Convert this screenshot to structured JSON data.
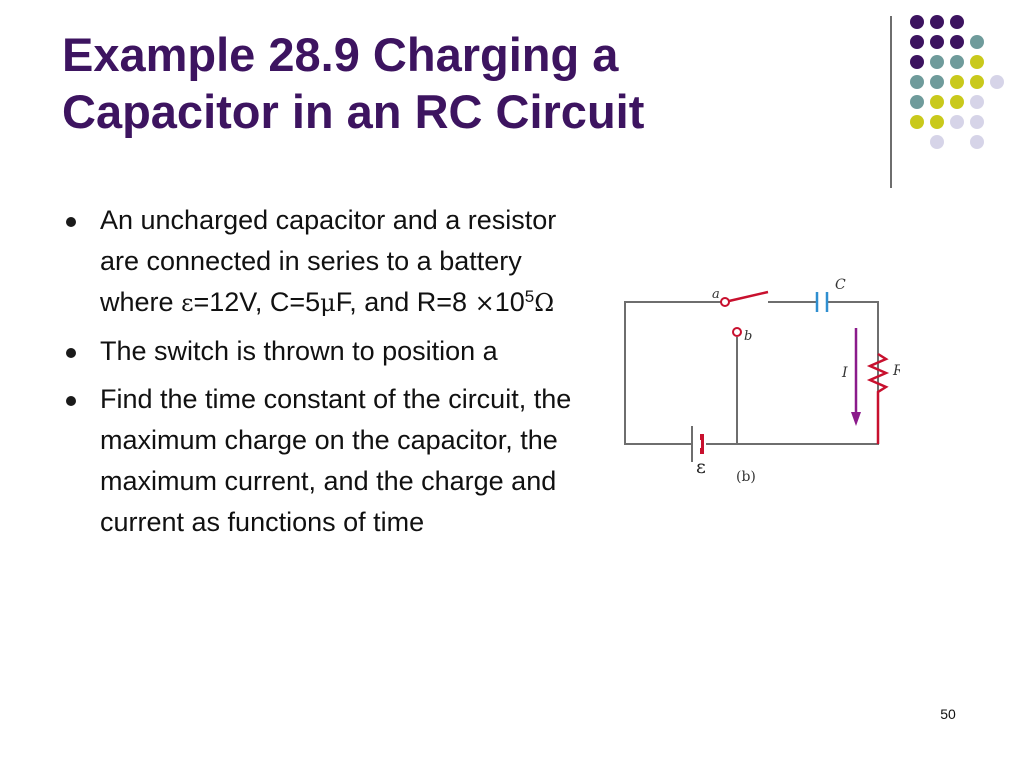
{
  "slide": {
    "title_line1": "Example 28.9 Charging a",
    "title_line2": "Capacitor in an RC Circuit",
    "page_number": "50"
  },
  "bullets": [
    {
      "parts": {
        "a": "An uncharged capacitor and a resistor are connected in series to a battery where",
        "eps": "ε",
        "b": "=12V, C=5",
        "mu": "μ",
        "c": "F, and R=8",
        "times": "×",
        "d": "10",
        "exp": "5",
        "ohm": "Ω"
      }
    },
    {
      "text": "The switch is thrown to position a"
    },
    {
      "text": "Find the time constant of the circuit, the maximum charge on the capacitor, the maximum current, and the charge and current as functions of time"
    }
  ],
  "figure": {
    "label_a": "a",
    "label_b": "b",
    "label_C": "C",
    "label_R": "R",
    "label_I": "I",
    "label_emf": "ε",
    "caption": "(b)"
  },
  "colors": {
    "title": "#3d1460",
    "dot_purple": "#3d1460",
    "dot_teal": "#6f9b9b",
    "dot_yellow": "#c9c91c",
    "dot_lavender": "#d6d4e8",
    "wire": "#6e6e6e",
    "switch_red": "#c8102e",
    "capacitor_blue": "#2f8fd0",
    "resistor_red": "#c8102e",
    "current_arrow": "#8b1a8b"
  },
  "dot_grid": [
    [
      "purple",
      "purple",
      "purple",
      "",
      ""
    ],
    [
      "purple",
      "purple",
      "purple",
      "teal",
      ""
    ],
    [
      "purple",
      "teal",
      "teal",
      "yellow",
      ""
    ],
    [
      "teal",
      "teal",
      "yellow",
      "yellow",
      "lavender"
    ],
    [
      "teal",
      "yellow",
      "yellow",
      "lavender",
      ""
    ],
    [
      "yellow",
      "yellow",
      "lavender",
      "lavender",
      ""
    ],
    [
      "",
      "lavender",
      "",
      "lavender",
      ""
    ]
  ]
}
